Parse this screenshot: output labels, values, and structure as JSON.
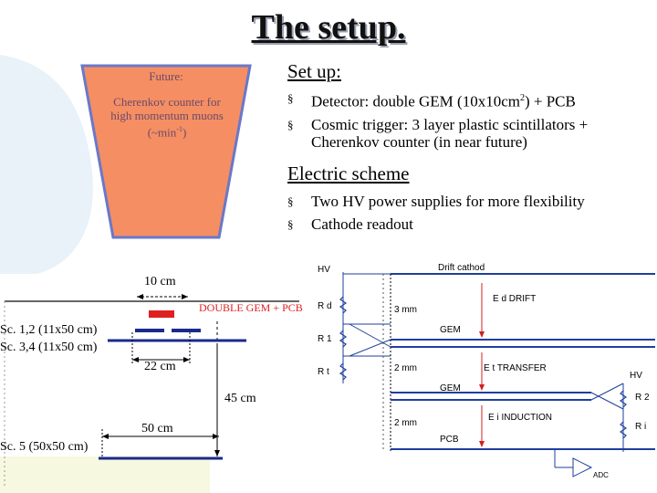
{
  "title": "The setup.",
  "cherenkov": {
    "future_label": "Future:",
    "desc_line1": "Cherenkov counter for",
    "desc_line2": "high momentum muons",
    "rate_prefix": "(~min",
    "rate_exp": "-1",
    "rate_suffix": ")"
  },
  "setup": {
    "heading": "Set up:",
    "items": [
      {
        "prefix": "Detector: double GEM (10x10cm",
        "sup": "2",
        "suffix": ")  + PCB"
      },
      {
        "text": "Cosmic trigger: 3 layer plastic scintillators + Cherenkov counter (in near future)"
      }
    ]
  },
  "electric": {
    "heading": "Electric scheme",
    "items": [
      "Two HV power supplies for more flexibility",
      "Cathode readout"
    ]
  },
  "bullet_glyph": "§",
  "detector_diagram": {
    "dim_10cm": "10 cm",
    "double_gem_pcb": "DOUBLE GEM + PCB",
    "sc12": "Sc. 1,2 (11x50 cm)",
    "sc34": "Sc. 3,4 (11x50 cm)",
    "dim_22cm": "22 cm",
    "dim_45cm": "45 cm",
    "dim_50cm": "50 cm",
    "sc5": "Sc. 5 (50x50 cm)"
  },
  "circuit": {
    "hv_left": "HV",
    "drift_cathode": "Drift cathod",
    "rd": "R d",
    "ed_drift": "E d   DRIFT",
    "gap1": "3 mm",
    "r1": "R 1",
    "gem1": "GEM",
    "rt": "R t",
    "gap2": "2 mm",
    "et_transfer": "E t      TRANSFER",
    "hv_right": "HV",
    "gem2": "GEM",
    "r2": "R 2",
    "gap3": "2 mm",
    "ei_induction": "E i    INDUCTION",
    "ri": "R i",
    "pcb": "PCB",
    "adc": "ADC"
  },
  "colors": {
    "cherenkov_fill": "#f58e63",
    "cherenkov_border": "#6a78c8",
    "gem_red": "#e02020",
    "scint_blue": "#1a2a8a",
    "circuit_blue": "#1f3f9e",
    "circuit_red": "#d02020"
  }
}
